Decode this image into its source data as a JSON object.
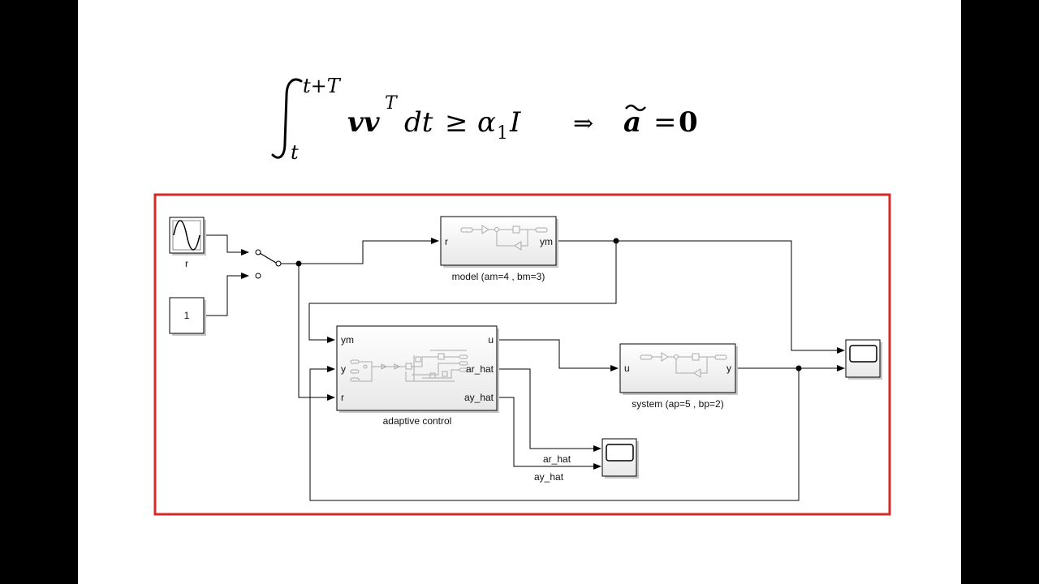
{
  "equation": {
    "upper_limit": "t+T",
    "lower_limit": "t",
    "integrand": "vv",
    "integrand_sup": "T",
    "dt": "dt",
    "relation": "≥",
    "alpha": "α",
    "alpha_sub": "1",
    "identity": "I",
    "implies": "⇒",
    "lhs": "a",
    "equals": "=",
    "zero": "0"
  },
  "diagram": {
    "border_color": "#d42a2a",
    "blocks": {
      "sine": {
        "label": "r"
      },
      "constant": {
        "value": "1"
      },
      "model": {
        "label": "model (am=4 , bm=3)",
        "in_port": "r",
        "out_port": "ym"
      },
      "adaptive": {
        "label": "adaptive control",
        "in_ports": [
          "ym",
          "y",
          "r"
        ],
        "out_ports": [
          "u",
          "ar_hat",
          "ay_hat"
        ]
      },
      "system": {
        "label": "system (ap=5 , bp=2)",
        "in_port": "u",
        "out_port": "y"
      }
    },
    "signals": {
      "ar_hat": "ar_hat",
      "ay_hat": "ay_hat"
    }
  }
}
